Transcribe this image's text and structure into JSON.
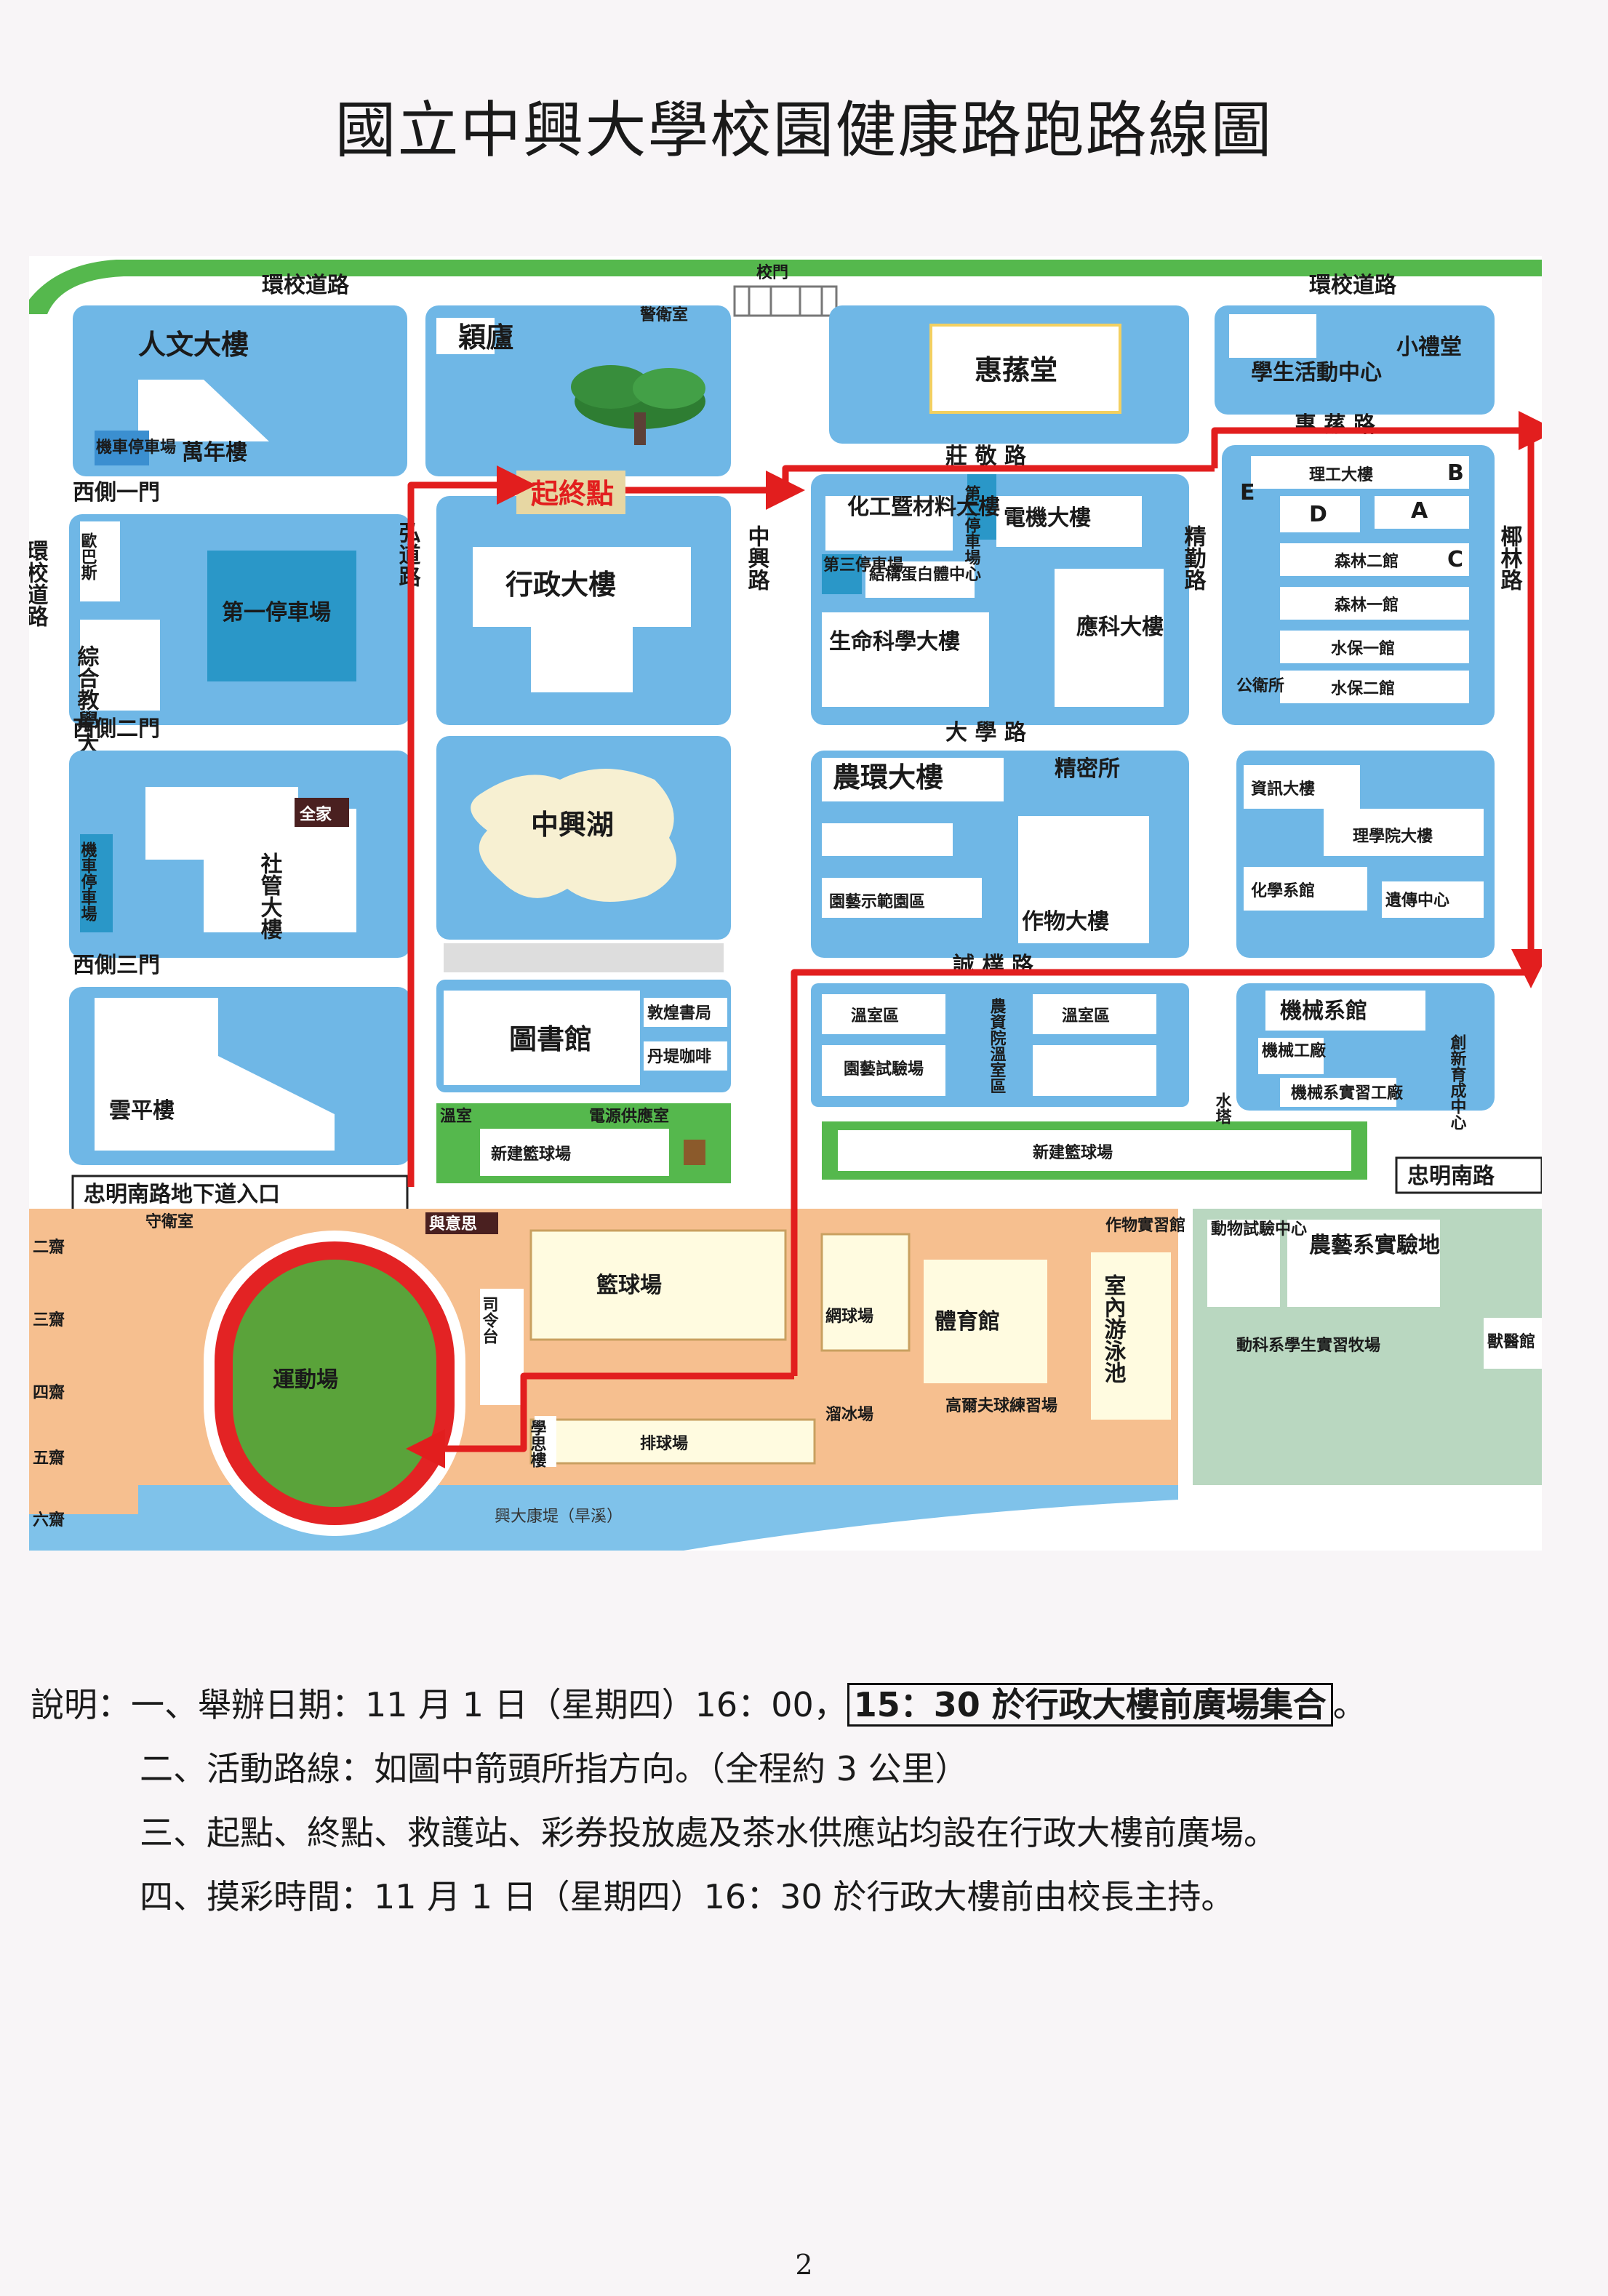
{
  "page": {
    "title": "國立中興大學校園健康路跑路線圖",
    "page_number": "2"
  },
  "colors": {
    "building_block": "#6fb7e6",
    "building_inner": "#ffffff",
    "road": "#ffffff",
    "sports_area": "#f6bf8f",
    "field": "#5aa33a",
    "track": "#e32324",
    "route": "#e21e1e",
    "green_band": "#55b84d",
    "pale_green": "#b9d7c0"
  },
  "map": {
    "roads": {
      "ring_road_left": "環校道路",
      "ring_road_right": "環校道路",
      "ring_road_vertical": "環校道路",
      "main_gate": "校門",
      "zhuang_jing": "莊 敬 路",
      "hui_sun": "惠 蓀 路",
      "hong_dao": "弘道路",
      "zhong_xing": "中興路",
      "jing_qin": "精勤路",
      "ye_lin": "椰林路",
      "da_xue": "大 學 路",
      "cheng_pu": "誠 樸 路",
      "xing_da_kang_di": "興大康堤（旱溪）"
    },
    "gates": {
      "west_1": "西側一門",
      "west_2": "西側二門",
      "west_3": "西側三門"
    },
    "buildings": {
      "ren_wen": "人文大樓",
      "wan_nian": "萬年樓",
      "jiche_tingche_1": "機車停車場",
      "ying_lu": "穎廬",
      "guard_room": "警衛室",
      "hui_sun_tang": "惠蓀堂",
      "xue_sheng_huo_dong": "學生活動中心",
      "xiao_li_tang": "小禮堂",
      "li_gong": "理工大樓",
      "letter_e": "E",
      "letter_b": "B",
      "letter_d": "D",
      "letter_a": "A",
      "letter_c": "C",
      "sen_lin_2": "森林二館",
      "sen_lin_1": "森林一館",
      "shui_bao_1": "水保一館",
      "shui_bao_2": "水保二館",
      "gong_wei_suo": "公衛所",
      "ou_ba_si": "歐巴斯",
      "di_yi_tingche": "第一停車場",
      "zong_he_jiao_xue": "綜合教學大樓",
      "xing_zheng": "行政大樓",
      "start_end": "起終點",
      "hua_gong": "化工暨材料大樓",
      "di_er_tingche": "第二停車場",
      "di_san_tingche": "第三停車場",
      "jie_gou_dan_bai": "結構蛋白體中心",
      "dian_ji": "電機大樓",
      "sheng_ming_ke_xue": "生命科學大樓",
      "ying_ke": "應科大樓",
      "quan_jia": "全家",
      "she_guan": "社管大樓",
      "jiche_tingche_2": "機車停車場",
      "zhong_xing_hu": "中興湖",
      "nong_huan": "農環大樓",
      "jing_mi_suo": "精密所",
      "yuan_yi_shi_fan": "園藝示範園區",
      "zuo_wu": "作物大樓",
      "zi_xun": "資訊大樓",
      "li_xue_yuan": "理學院大樓",
      "hua_xue_xi": "化學系館",
      "yi_chuan_zhong_xin": "遺傳中心",
      "yun_ping": "雲平樓",
      "tu_shu_guan": "圖書館",
      "dun_huang": "敦煌書局",
      "dan_ti": "丹堤咖啡",
      "wen_shi_1": "溫室",
      "dian_yuan": "電源供應室",
      "xin_jian_lan_qiu_1": "新建籃球場",
      "wen_shi_qu_1": "溫室區",
      "wen_shi_qu_2": "溫室區",
      "nong_zi_yuan_wen_shi": "農資院溫室區",
      "yuan_yi_shi_yan": "園藝試驗場",
      "ji_xie_xi": "機械系館",
      "ji_xie_gong_chang": "機械工廠",
      "ji_xie_shi_xi": "機械系實習工廠",
      "shui_ta": "水塔",
      "chuang_xin": "創新育成中心",
      "xin_jian_lan_qiu_2": "新建籃球場",
      "zhong_ming_underpass": "忠明南路地下道入口",
      "zhong_ming_road": "忠明南路",
      "shou_wei_shi": "守衛室",
      "yu_yi_ju": "與意思",
      "lan_qiu_chang": "籃球場",
      "yun_dong_chang": "運動場",
      "si_ling_tai": "司令台",
      "xue_xing": "學思樓",
      "pai_qiu_chang": "排球場",
      "wang_qiu_chang": "網球場",
      "ti_yu_guan": "體育館",
      "liu_bing_chang": "溜冰場",
      "gao_er_fu": "高爾夫球練習場",
      "zuo_wu_shi_xi": "作物實習館",
      "shi_nei_you_yong": "室內游泳池",
      "dong_wu_shi_yan": "動物試驗中心",
      "nong_yi_xi": "農藝系實驗地",
      "dong_ke_xi": "動科系學生實習牧場",
      "shou_yi": "獸醫館",
      "zhai_2": "二齋",
      "zhai_3": "三齋",
      "zhai_4": "四齋",
      "zhai_5": "五齋",
      "zhai_6": "六齋"
    }
  },
  "notes": {
    "prefix": "說明：",
    "item1_label": "一、舉辦日期：11 月 1 日（星期四）16：00，",
    "item1_highlight": "15：30 於行政大樓前廣場集合",
    "item1_end": "。",
    "item2": "二、活動路線：如圖中箭頭所指方向。（全程約 3 公里）",
    "item3": "三、起點、終點、救護站、彩券投放處及茶水供應站均設在行政大樓前廣場。",
    "item4": "四、摸彩時間：11 月 1 日（星期四）16：30 於行政大樓前由校長主持。"
  }
}
